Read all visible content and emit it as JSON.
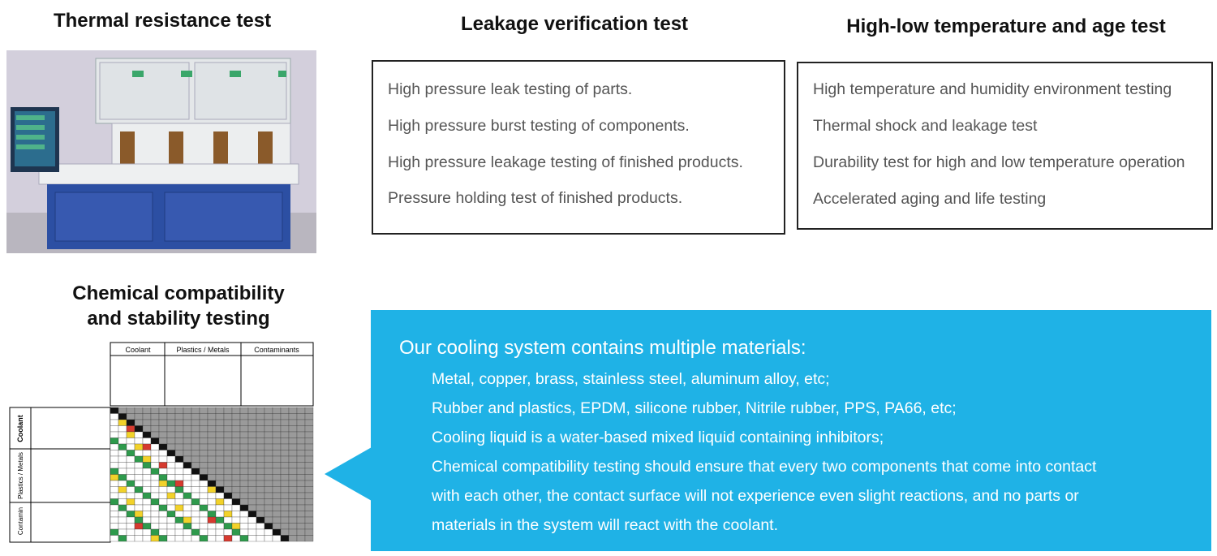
{
  "sections": {
    "thermal": {
      "title": "Thermal resistance test"
    },
    "leakage": {
      "title": "Leakage verification test",
      "items": [
        "High pressure leak testing of parts.",
        "High pressure burst testing of components.",
        "High pressure leakage testing of finished products.",
        "Pressure holding test of finished products."
      ]
    },
    "highlow": {
      "title": "High-low temperature and age test",
      "items": [
        "High temperature and humidity environment testing",
        "Thermal shock and leakage test",
        "Durability test for high and low temperature operation",
        "Accelerated aging and life testing"
      ]
    },
    "chemical": {
      "title_line1": "Chemical compatibility",
      "title_line2": "and stability testing"
    }
  },
  "matrix": {
    "group_headers": [
      "Coolant",
      "Plastics / Metals",
      "Contaminants"
    ],
    "row_groups": [
      "Coolant",
      "Plastics / Metals",
      "Contamin"
    ],
    "colors": {
      "A": "#2e9a4c",
      "B": "#f2d22a",
      "C": "#f2d22a",
      "D": "#d63a2f",
      "diag": "#111111",
      "shade": "#9a9a9a"
    }
  },
  "callout": {
    "title": "Our cooling system contains multiple materials:",
    "lines": [
      "Metal, copper, brass, stainless steel, aluminum alloy, etc;",
      "Rubber and plastics, EPDM, silicone rubber, Nitrile rubber, PPS, PA66, etc;",
      "Cooling liquid is a water-based mixed liquid containing inhibitors;",
      "Chemical compatibility testing should ensure that every two components that come into contact",
      "with each other, the contact surface will not experience even slight reactions, and no parts or",
      "materials in the system will react with the coolant."
    ],
    "color": "#1fb2e6"
  }
}
